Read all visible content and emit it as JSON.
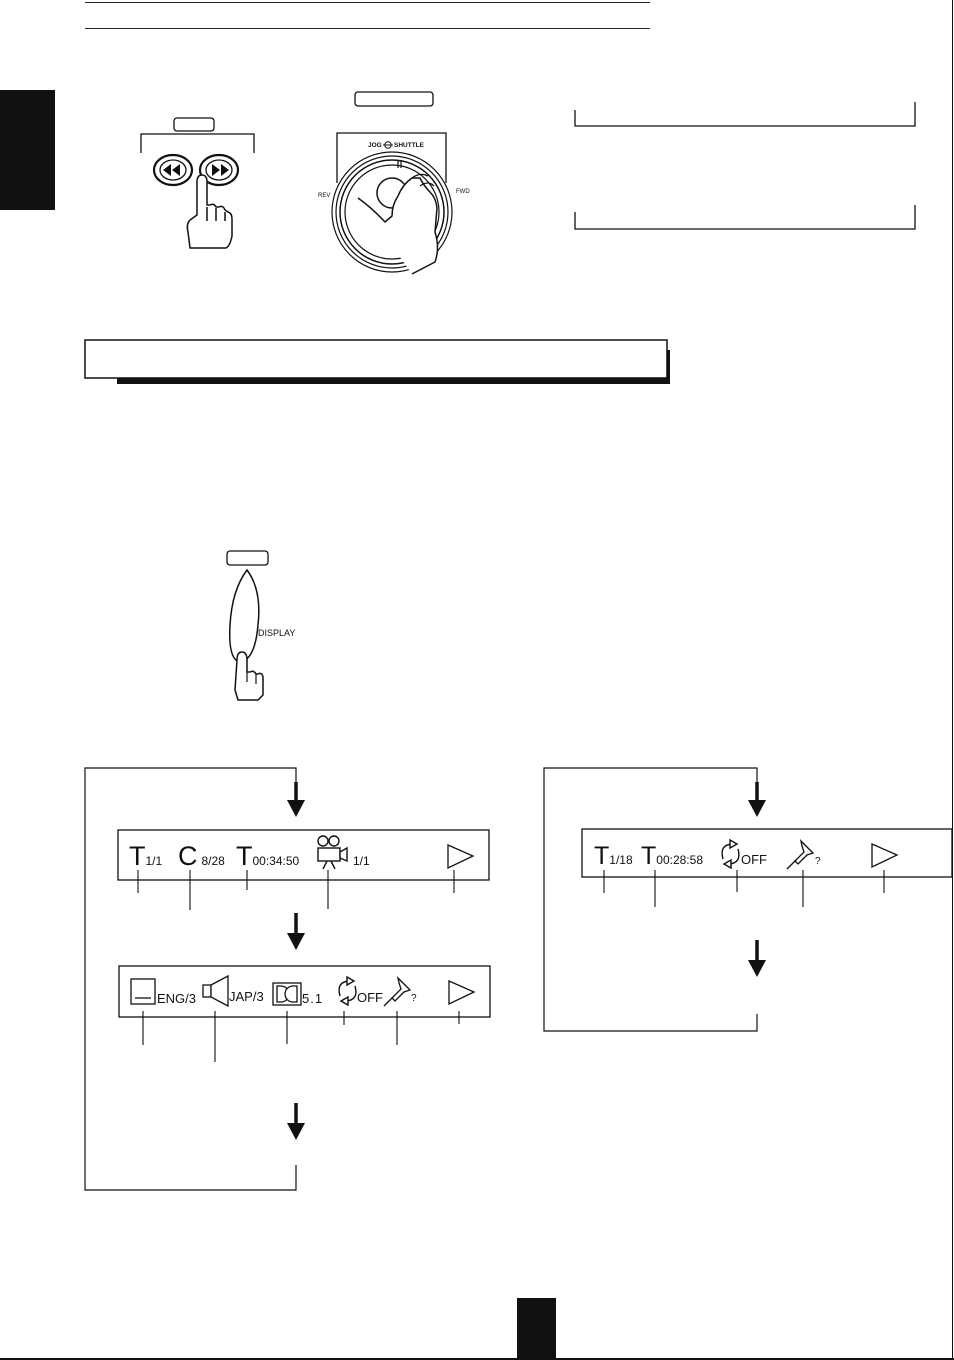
{
  "page": {
    "page_number": ""
  },
  "remote_front": {
    "jog_label": "JOG",
    "shuttle_label": "SHUTTLE",
    "rev_label": "REV",
    "fwd_label": "FWD",
    "display_button_label": "DISPLAY"
  },
  "osd_dvd": {
    "row1": {
      "title_letter": "T",
      "title_value": "1/1",
      "chapter_letter": "C",
      "chapter_value": "8/28",
      "time_letter": "T",
      "time_value": "00:34:50",
      "angle_value": "1/1"
    },
    "row2": {
      "subtitle_value": "ENG/3",
      "audio_value": "JAP/3",
      "dolby_value": "5.1",
      "repeat_value": "OFF",
      "marker_value": "?"
    }
  },
  "osd_cd": {
    "track_letter": "T",
    "track_value": "1/18",
    "time_letter": "T",
    "time_value": "00:28:58",
    "repeat_value": "OFF",
    "marker_value": "?"
  },
  "icons": [
    "play-triangle-icon",
    "camera-angle-icon",
    "subtitle-icon",
    "speaker-icon",
    "dolby-icon",
    "repeat-icon",
    "pushpin-icon",
    "rewind-icon",
    "fast-forward-icon",
    "pointing-hand-icon",
    "jog-shuttle-dial-icon"
  ]
}
